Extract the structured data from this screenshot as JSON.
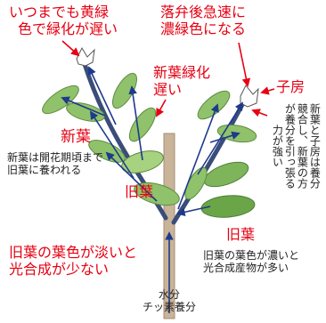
{
  "colors": {
    "label_red": "#e60012",
    "label_dark": "#222222",
    "arrow_blue": "#1e3a8a",
    "stem": "#c9b49a",
    "branch": "#3a4d7a",
    "leaf_green": "#7fb55a",
    "leaf_dark": "#5e9444",
    "leaf_young": "#b7d98a"
  },
  "labels": {
    "top_left": [
      "いつまでも黄緑",
      "色で緑化が遅い"
    ],
    "top_right": [
      "落弁後急速に",
      "濃緑色になる"
    ],
    "new_leaf_greening": [
      "新葉緑化",
      "遅い"
    ],
    "ovary": "子房",
    "new_leaf": "新葉",
    "new_leaf_note": [
      "新葉は開花期頃まで",
      "旧葉に養われる"
    ],
    "old_leaf_left": "旧葉",
    "old_leaf_right": "旧葉",
    "bottom_left": [
      "旧葉の葉色が淡いと",
      "光合成が少ない"
    ],
    "bottom_right": [
      "旧葉の葉色が濃いと",
      "光合成産物が多い"
    ],
    "vertical_col1": "新葉と子房は養分",
    "vertical_col2": "競合し、新葉の方",
    "vertical_col3": "が養分を引っ張る",
    "vertical_col4": "力が強い",
    "water_nutrient": [
      "水分",
      "チッ素養分"
    ]
  }
}
